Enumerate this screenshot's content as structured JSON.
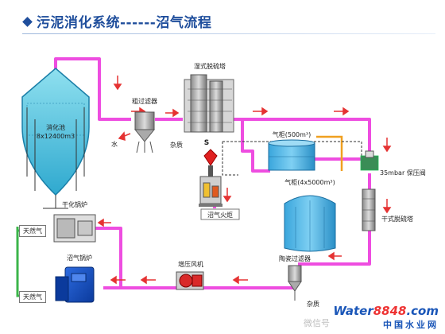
{
  "title": "污泥消化系统------沼气流程",
  "labels": {
    "digester": "消化池",
    "digester_spec": "8x12400m3",
    "coarse_filter": "粗过滤器",
    "water": "水",
    "impurity_1": "杂质",
    "wet_desulfurization": "湿式脱硫塔",
    "s_output": "S",
    "gas_holder_small": "气柜(500m³)",
    "gas_holder_large": "气柜(4x5000m³)",
    "pressure_valve": "35mbar 保压阀",
    "dry_desulfurization": "干式脱硫塔",
    "flare": "沼气火炬",
    "drying_boiler": "干化锅炉",
    "natural_gas_1": "天然气",
    "biogas_boiler": "沼气锅炉",
    "natural_gas_2": "天然气",
    "booster_fan": "增压风机",
    "ceramic_filter": "陶瓷过滤器",
    "impurity_2": "杂质"
  },
  "watermark": {
    "brand_a": "Water",
    "brand_b": "8848",
    "brand_c": ".com",
    "sub": "中国水业网",
    "wechat": "微信号"
  },
  "colors": {
    "pipe": "#ee4de0",
    "arrow": "#e53333",
    "green_pipe": "#3bb54a",
    "title": "#1f4e9c"
  }
}
